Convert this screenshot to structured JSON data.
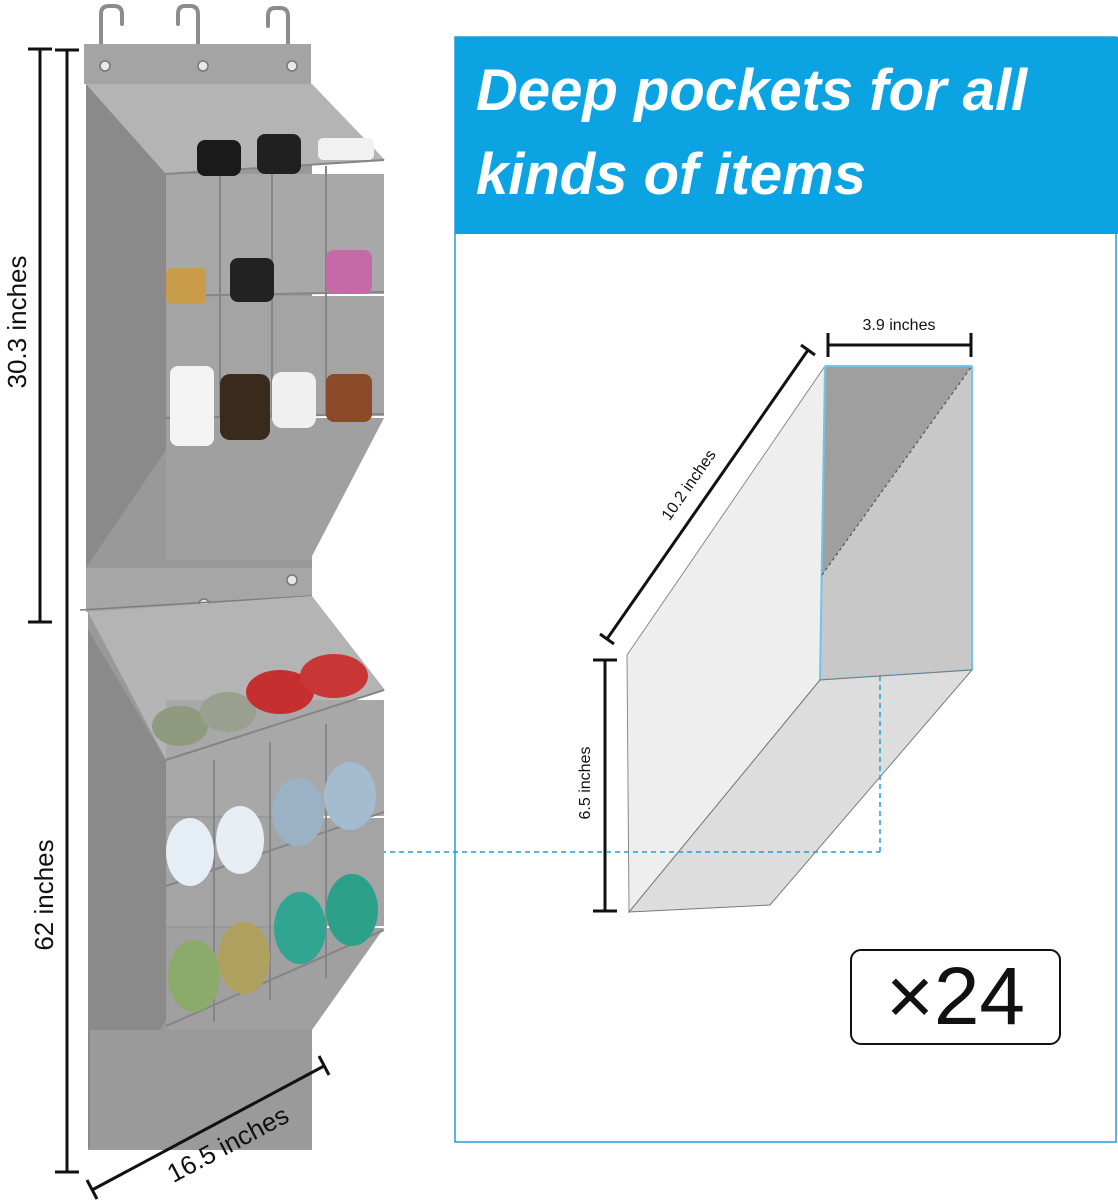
{
  "headline": {
    "line1": "Deep pockets for all",
    "line2": "kinds of items"
  },
  "organizer_dimensions": {
    "upper_height": "30.3 inches",
    "total_height": "62 inches",
    "width": "16.5 inches"
  },
  "pocket_dimensions": {
    "width": "3.9 inches",
    "depth": "10.2 inches",
    "height": "6.5 inches"
  },
  "quantity": "×24",
  "colors": {
    "banner": "#0ba3e2",
    "guide_line": "#1f9fd8",
    "organizer_fabric": "#9a9a9a",
    "dimension_line": "#111111"
  }
}
